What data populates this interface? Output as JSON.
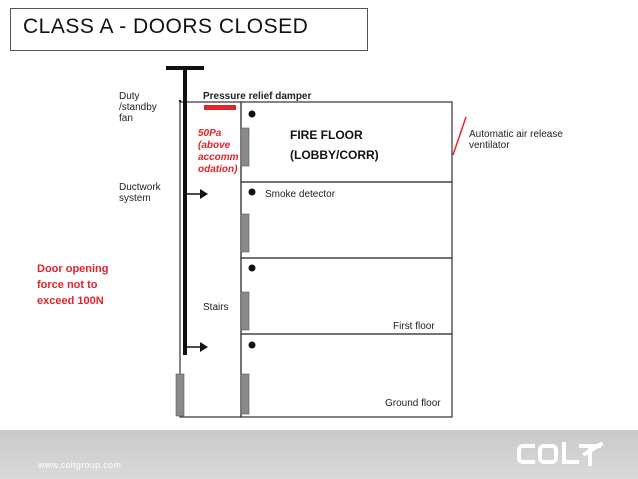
{
  "title": "CLASS A - DOORS CLOSED",
  "labels": {
    "duty_fan": "Duty\n/standby\nfan",
    "pressure_relief": "Pressure relief damper",
    "pressure_value": "50Pa\n(above\naccomm\nodation)",
    "fire_floor": "FIRE FLOOR\n(LOBBY/CORR)",
    "aav": "Automatic air release\nventilator",
    "ductwork": "Ductwork\nsystem",
    "smoke_detector": "Smoke detector",
    "door_force": "Door opening\nforce not to\nexceed 100N",
    "stairs": "Stairs",
    "first_floor": "First floor",
    "ground_floor": "Ground floor"
  },
  "footer": {
    "url": "www.coltgroup.com",
    "logo": "COLT"
  },
  "colors": {
    "accent_red": "#e0242a",
    "door_grey": "#8a8a8a",
    "footer_grey": "#d0d0d0"
  }
}
